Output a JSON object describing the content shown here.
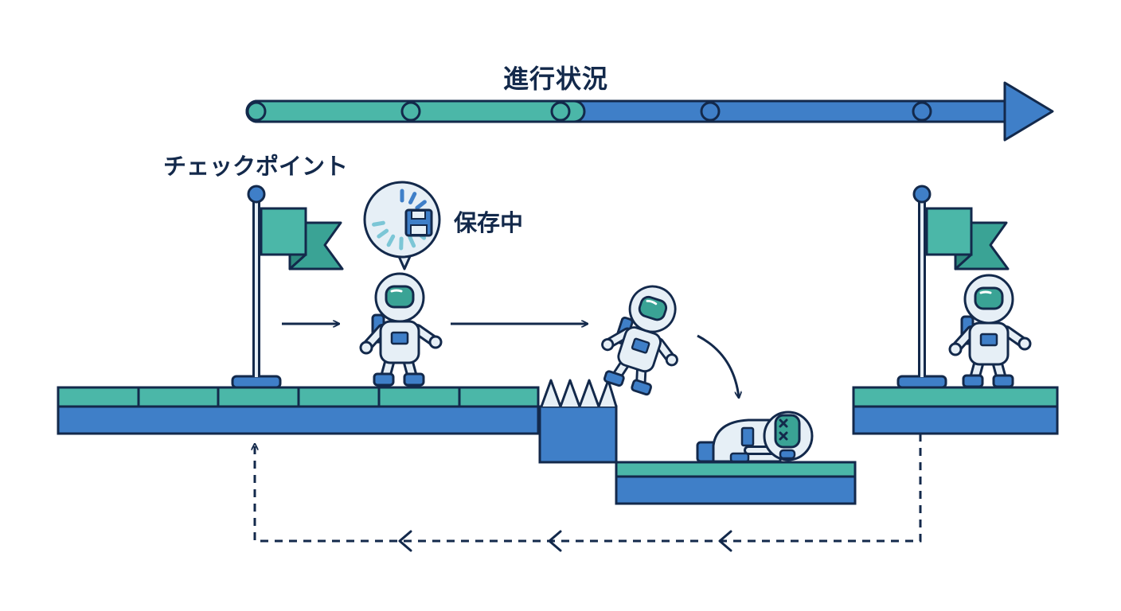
{
  "labels": {
    "progress_title": "進行状況",
    "checkpoint": "チェックポイント",
    "saving": "保存中"
  },
  "progress": {
    "filled_fraction": 0.44,
    "markers": 5
  },
  "icons": {
    "flags": [
      "flag-icon",
      "flag-icon"
    ],
    "save": "floppy-disk-icon",
    "spinner": "loading-spinner-icon",
    "spikes": "spike-trap-icon",
    "characters": [
      "astronaut-walking-icon",
      "astronaut-jumping-icon",
      "astronaut-knocked-out-icon",
      "astronaut-standing-icon"
    ]
  },
  "colors": {
    "ink": "#13294b",
    "teal": "#4bb7a8",
    "blue": "#3f7fc8",
    "pale": "#e6eff6",
    "visor": "#3aa395"
  }
}
